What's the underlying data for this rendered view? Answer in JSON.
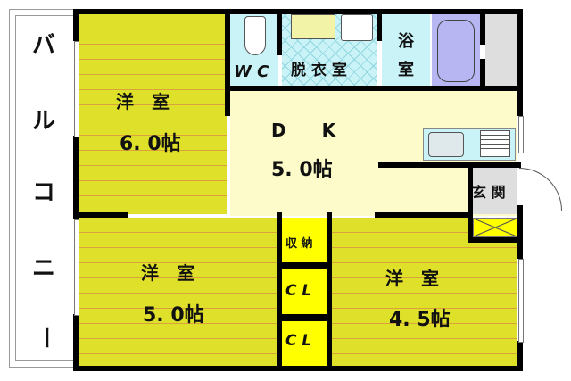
{
  "plan": {
    "balcony": {
      "label_chars": [
        "バ",
        "ル",
        "コ",
        "ニ",
        "ー"
      ]
    },
    "rooms": {
      "western_room_1": {
        "name": "洋　室",
        "size": "6. 0帖"
      },
      "western_room_2": {
        "name": "洋　室",
        "size": "5. 0帖"
      },
      "western_room_3": {
        "name": "洋　室",
        "size": "4. 5帖"
      },
      "dk": {
        "name": "D　　K",
        "size": "5. 0帖"
      },
      "wc": {
        "name": "W C"
      },
      "dressing": {
        "name": "脱 衣 室"
      },
      "bath": {
        "name_top": "浴",
        "name_bottom": "室"
      },
      "entrance": {
        "name": "玄 関"
      },
      "storage": {
        "name": "収 納"
      },
      "closet_1": {
        "name": "C L"
      },
      "closet_2": {
        "name": "C L"
      }
    },
    "colors": {
      "wall": "#000000",
      "western_floor": "#dfe02a",
      "floor_lines": "#d9a23a",
      "dk_floor": "#fdfbc9",
      "closet": "#ffff00",
      "wet_area": "#c9f3f7",
      "bathtub": "#b7b6f3",
      "entrance": "#dedede"
    }
  }
}
